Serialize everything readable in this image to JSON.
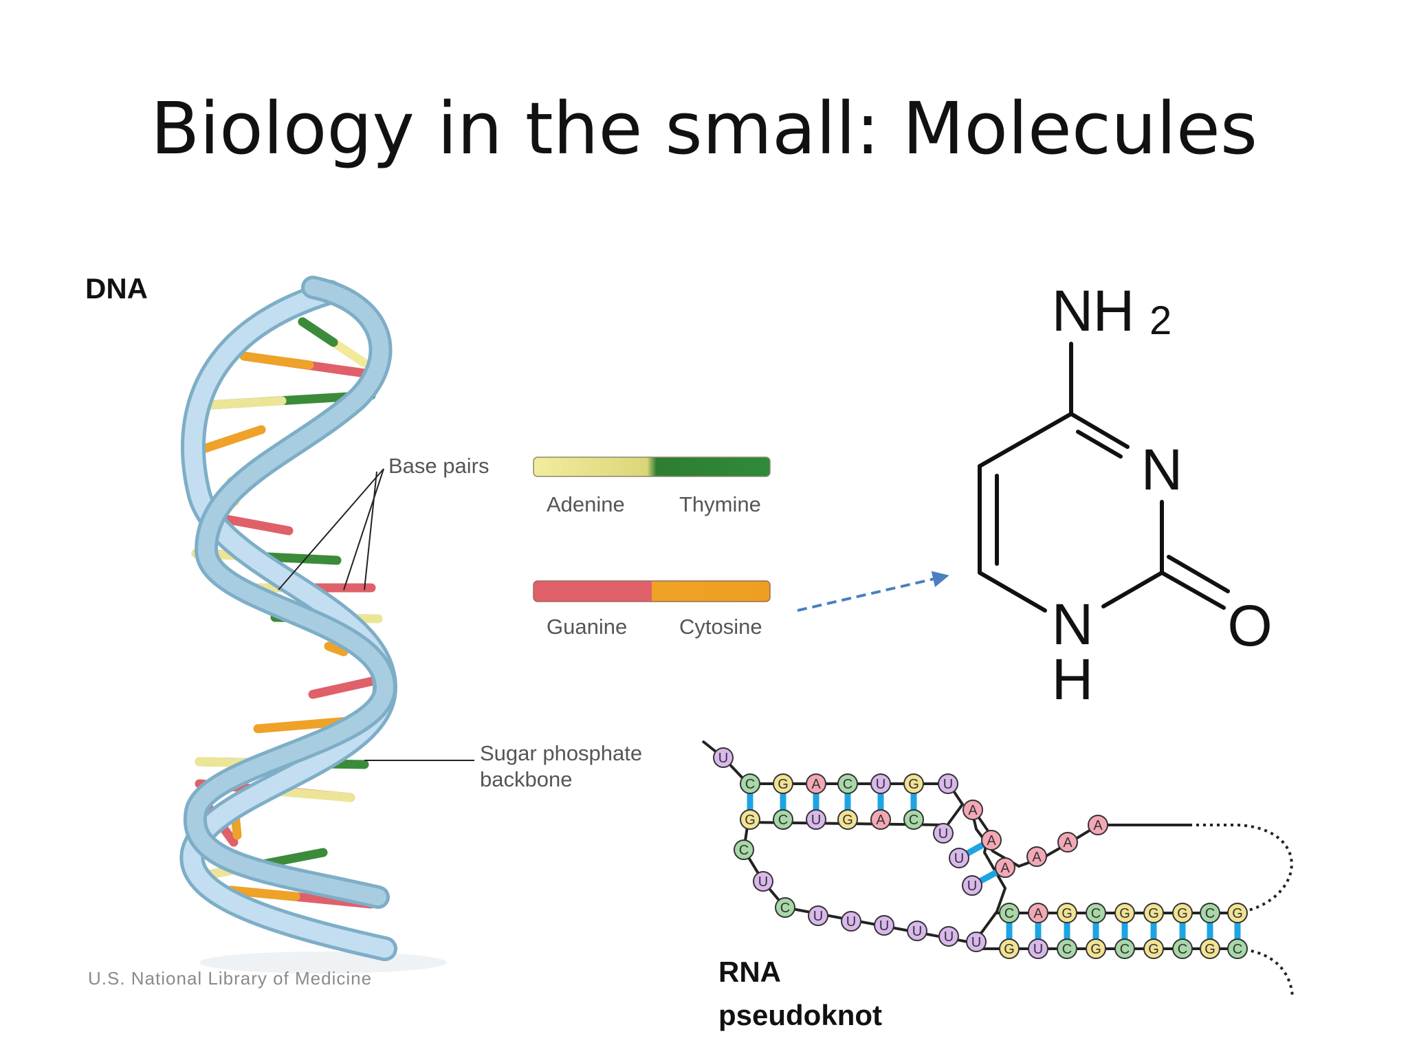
{
  "slide": {
    "title": "Biology in the small: Molecules",
    "dna_label": "DNA",
    "rna_label_line1": "RNA",
    "rna_label_line2": "pseudoknot"
  },
  "dna_figure": {
    "base_pairs_label": "Base pairs",
    "backbone_label_line1": "Sugar phosphate",
    "backbone_label_line2": "backbone",
    "credit": "U.S. National Library of Medicine",
    "pairs": [
      {
        "left": "Adenine",
        "right": "Thymine"
      },
      {
        "left": "Guanine",
        "right": "Cytosine"
      }
    ]
  },
  "cytosine_structure": {
    "amine_N": "N",
    "amine_H": "H",
    "amine_sub": "2",
    "ring_N": "N",
    "ring_NH_N": "N",
    "ring_NH_H": "H",
    "carbonyl_O": "O"
  },
  "rna_pseudoknot": {
    "top_row": [
      "C",
      "G",
      "A",
      "C",
      "U",
      "G",
      "U"
    ],
    "second_row": [
      "G",
      "C",
      "U",
      "G",
      "A",
      "C"
    ],
    "loop_bases": [
      "U",
      "A",
      "A",
      "U",
      "U",
      "A",
      "U"
    ],
    "tail": [
      "A",
      "A",
      "A",
      "A"
    ],
    "left_column": [
      "C",
      "U",
      "C"
    ],
    "bottom_chain": [
      "U",
      "U",
      "U",
      "U",
      "U",
      "U"
    ],
    "stem2_top": [
      "C",
      "A",
      "G",
      "C",
      "G",
      "G",
      "G",
      "C",
      "G"
    ],
    "stem2_bottom": [
      "G",
      "U",
      "C",
      "G",
      "C",
      "G",
      "C",
      "G",
      "C"
    ],
    "start_base": "U"
  },
  "colors": {
    "adenine": "#f4a8b6",
    "cytosine": "#a8d8a8",
    "guanine": "#f2e394",
    "uracil": "#d9b8ec",
    "pairing": "#1ea4e2",
    "backbone_blue": "#a9cde0",
    "dna_yellow": "#ece597",
    "dna_green": "#3b8b3b",
    "dna_red": "#e0606a",
    "dna_orange": "#eea227",
    "arrow": "#4a7fc0"
  }
}
